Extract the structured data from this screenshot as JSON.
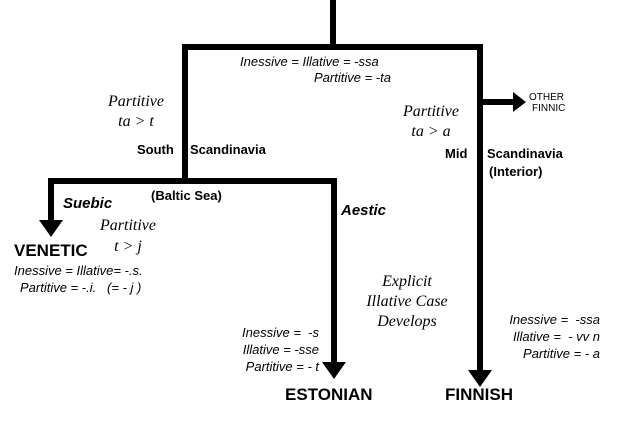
{
  "diagram": {
    "type": "language-family-tree",
    "line_color": "#000000",
    "background": "#ffffff",
    "root_branch": {
      "features": [
        "Inessive = Illative = -ssa",
        "Partitive = -ta"
      ]
    },
    "left_branch": {
      "sound_change": [
        "Partitive",
        "ta > t"
      ],
      "region_left": "South",
      "region_right": "Scandinavia",
      "sea_label": "(Baltic Sea)"
    },
    "right_branch": {
      "sound_change": [
        "Partitive",
        "ta > a"
      ],
      "region_left": "Mid",
      "region_right": "Scandinavia",
      "region_sub": "(Interior)",
      "side_target": [
        "OTHER",
        "FINNIC"
      ]
    },
    "suebic": {
      "label": "Suebic",
      "sound_change": [
        "Partitive",
        "t > j"
      ]
    },
    "aestic": {
      "label": "Aestic",
      "development": [
        "Explicit",
        "Illative Case",
        "Develops"
      ]
    },
    "leaves": {
      "venetic": {
        "name": "VENETIC",
        "features": [
          "Inessive = Illative= -.s.",
          "Partitive = -.i.   (= - j )"
        ]
      },
      "estonian": {
        "name": "ESTONIAN",
        "features": [
          "Inessive =  -s",
          "Illative = -sse",
          "Partitive = - t"
        ]
      },
      "finnish": {
        "name": "FINNISH",
        "features": [
          "Inessive =  -ssa",
          "Illative =  - vv n",
          "Partitive = - a"
        ]
      }
    }
  }
}
